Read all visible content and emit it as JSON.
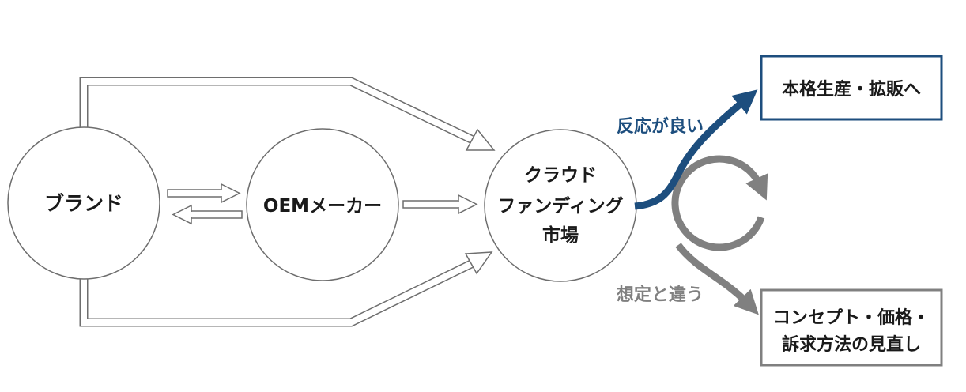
{
  "nodes": {
    "brand": {
      "label": "ブランド"
    },
    "oem": {
      "label": "OEMメーカー"
    },
    "crowdfunding": {
      "lines": [
        "クラウド",
        "ファンディング",
        "市場"
      ]
    }
  },
  "outcomes": {
    "good": {
      "label": "反応が良い",
      "box": "本格生産・拡販へ"
    },
    "bad": {
      "label": "想定と違う",
      "box_lines": [
        "コンセプト・価格・",
        "訴求方法の見直し"
      ]
    }
  },
  "colors": {
    "good": "#1d4e7e",
    "bad": "#808080",
    "outline": "#6e6e6e",
    "text": "#1a1a1a"
  }
}
